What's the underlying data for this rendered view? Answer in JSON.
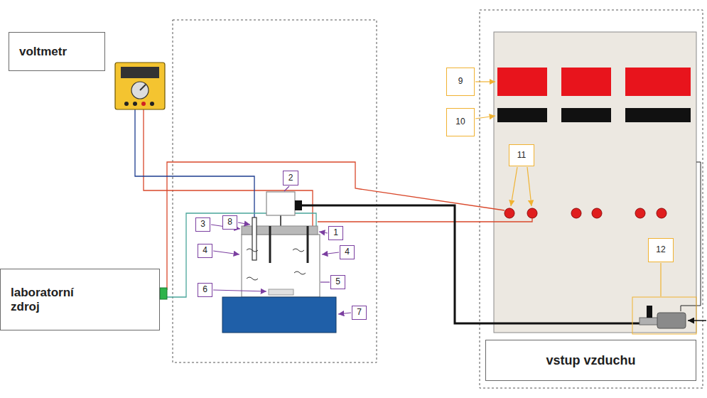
{
  "diagram": {
    "nodes": [
      {
        "text": [
          "voltmetr"
        ]
      },
      {
        "text": [
          "2"
        ]
      },
      {
        "text": [
          "8"
        ]
      },
      {
        "text": [
          "3"
        ]
      },
      {
        "text": [
          "1"
        ]
      },
      {
        "text": [
          "4"
        ]
      },
      {
        "text": [
          "4"
        ]
      },
      {
        "text": [
          "6"
        ]
      },
      {
        "text": [
          "5"
        ]
      },
      {
        "text": [
          "7"
        ]
      },
      {
        "text": [
          "laboratorní zdroj"
        ]
      },
      {
        "text": [
          "9"
        ]
      },
      {
        "text": [
          "10"
        ]
      },
      {
        "text": [
          "11"
        ]
      },
      {
        "text": [
          "12"
        ]
      },
      {
        "text": [
          "vstup vzduchu"
        ]
      }
    ]
  }
}
